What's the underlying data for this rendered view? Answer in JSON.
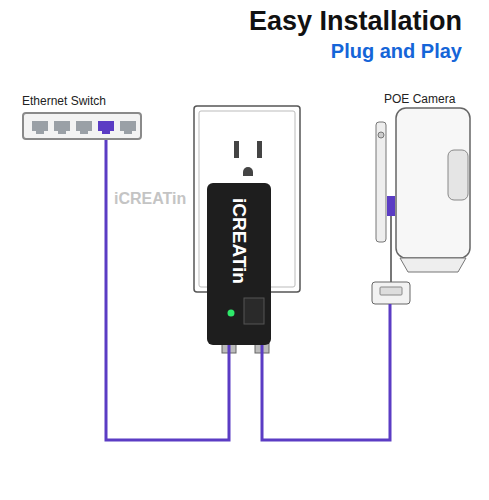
{
  "diagram": {
    "title": "Easy Installation",
    "nodes": [
      {
        "text": [
          "Ethernet Switch"
        ]
      },
      {
        "text": [
          "iCREATin"
        ]
      },
      {
        "text": [
          "POE Camera"
        ]
      }
    ],
    "edges": [
      {
        "from": 0,
        "to": 1,
        "arrow": "none"
      },
      {
        "from": 1,
        "to": 2,
        "arrow": "none"
      }
    ],
    "labels": [
      "Plug and Play",
      "iCREATin"
    ]
  }
}
